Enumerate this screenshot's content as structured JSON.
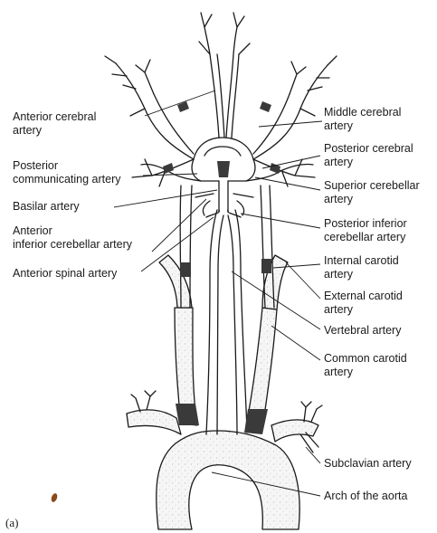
{
  "figure": {
    "panel_tag": "(a)",
    "labels": {
      "anterior_cerebral": [
        "Anterior cerebral",
        "artery"
      ],
      "posterior_communicating": [
        "Posterior",
        "communicating artery"
      ],
      "basilar": [
        "Basilar artery"
      ],
      "anterior_inferior_cerebellar": [
        "Anterior",
        "inferior cerebellar artery"
      ],
      "anterior_spinal": [
        "Anterior spinal artery"
      ],
      "middle_cerebral": [
        "Middle cerebral",
        "artery"
      ],
      "posterior_cerebral": [
        "Posterior cerebral",
        "artery"
      ],
      "superior_cerebellar": [
        "Superior cerebellar",
        "artery"
      ],
      "posterior_inferior_cerebellar": [
        "Posterior inferior",
        "cerebellar artery"
      ],
      "internal_carotid": [
        "Internal carotid",
        "artery"
      ],
      "external_carotid": [
        "External carotid",
        "artery"
      ],
      "vertebral": [
        "Vertebral artery"
      ],
      "common_carotid": [
        "Common carotid",
        "artery"
      ],
      "subclavian": [
        "Subclavian artery"
      ],
      "arch_of_aorta": [
        "Arch of the aorta"
      ]
    },
    "colors": {
      "ink": "#1a1a1a",
      "vessel_fill": "#f4f4f4",
      "dark_band": "#3a3a3a",
      "speckle": "#bdbdbd"
    }
  }
}
